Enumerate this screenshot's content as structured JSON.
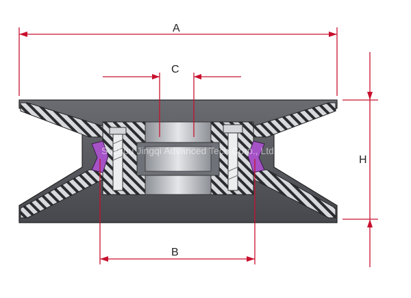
{
  "diagram": {
    "labels": {
      "A": "A",
      "B": "B",
      "C": "C",
      "H": "H"
    },
    "watermark": "Suzhou Jingqi Advanced Tech Corp., Ltd.",
    "colors": {
      "dimension_line": "#c8102e",
      "body_dark": "#56585e",
      "body_light": "#d7d9dd",
      "hatch": "#1f2024",
      "insert": "#a552c6",
      "bolt": "#e9eaec",
      "bore": "#b9bcc1"
    }
  }
}
